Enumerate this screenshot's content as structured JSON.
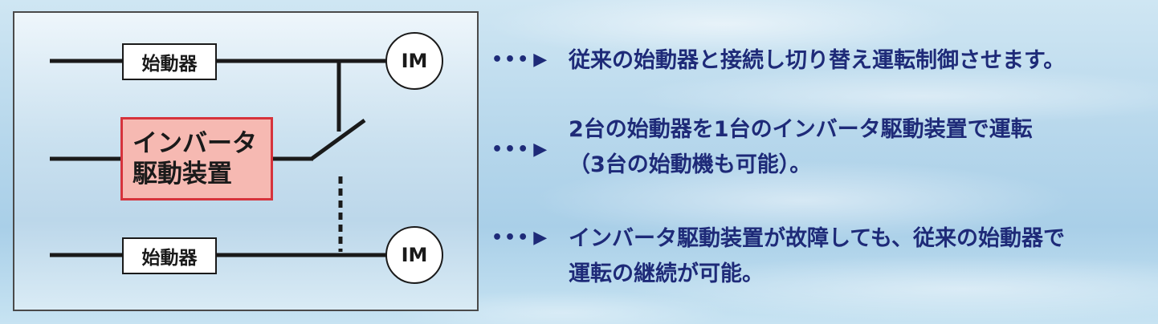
{
  "diagram": {
    "starter_top_label": "始動器",
    "starter_bottom_label": "始動器",
    "inverter_line1": "インバータ",
    "inverter_line2": "駆動装置",
    "motor_top_label": "IM",
    "motor_bottom_label": "IM"
  },
  "notes": [
    {
      "pointer_dots": "•••",
      "pointer_arrow": "▶",
      "line1": "従来の始動器と接続し切り替え運転制御させます。",
      "line2": ""
    },
    {
      "pointer_dots": "•••",
      "pointer_arrow": "▶",
      "line1": "2台の始動器を1台のインバータ駆動装置で運転",
      "line2": "（3台の始動機も可能）。"
    },
    {
      "pointer_dots": "•••",
      "pointer_arrow": "▶",
      "line1": "インバータ駆動装置が故障しても、従来の始動器で",
      "line2": "運転の継続が可能。"
    }
  ],
  "colors": {
    "text_navy": "#1e2a78",
    "inverter_fill": "#f6b9b2",
    "inverter_border": "#d6333c",
    "line": "#1a1a1a"
  }
}
